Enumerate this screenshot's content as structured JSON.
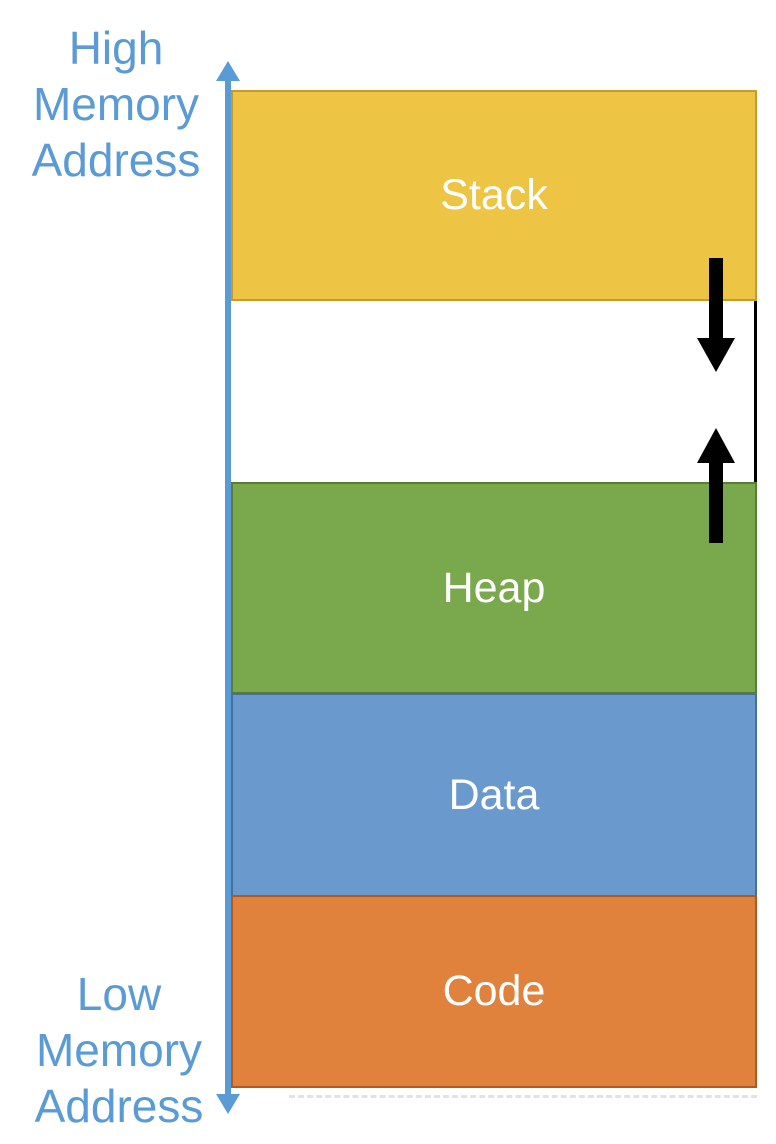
{
  "axis": {
    "color": "#5B9BD5",
    "high_label_lines": [
      "High",
      "Memory",
      "Address"
    ],
    "low_label_lines": [
      "Low",
      "Memory",
      "Address"
    ],
    "top_icon": "arrow-up-icon",
    "bottom_icon": "arrow-down-icon"
  },
  "blocks": [
    {
      "id": "stack",
      "label": "Stack",
      "fill": "#EDC443",
      "border": "#C49B2D"
    },
    {
      "id": "free-space",
      "label": "",
      "fill": "#FFFFFF",
      "border": "#000000"
    },
    {
      "id": "heap",
      "label": "Heap",
      "fill": "#7AA84D",
      "border": "#567F33"
    },
    {
      "id": "data",
      "label": "Data",
      "fill": "#6A99CE",
      "border": "#41719C"
    },
    {
      "id": "code",
      "label": "Code",
      "fill": "#E0813C",
      "border": "#AE5A21"
    }
  ],
  "block_label_color": "#FFFFFF",
  "growth_arrows": {
    "color": "#000000",
    "items": [
      {
        "id": "stack-growth",
        "icon": "arrow-down-icon",
        "direction": "down"
      },
      {
        "id": "heap-growth",
        "icon": "arrow-up-icon",
        "direction": "up"
      }
    ]
  }
}
